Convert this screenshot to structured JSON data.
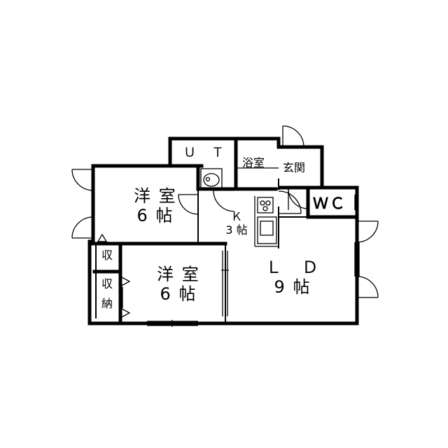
{
  "rooms": {
    "western_room_1": {
      "name": "洋 室",
      "size": "6 帖"
    },
    "western_room_2": {
      "name": "洋 室",
      "size": "6 帖"
    },
    "ld": {
      "name": "Ｌ　Ｄ",
      "size": "9 帖"
    },
    "kitchen": {
      "name": "Ｋ",
      "size": "3 帖"
    },
    "ut": {
      "name": "Ｕ　Ｔ"
    },
    "bath": {
      "name": "浴室"
    },
    "entrance": {
      "name": "玄関"
    },
    "wc": {
      "name": "ＷＣ"
    },
    "storage_small": {
      "name": "収"
    },
    "closet": {
      "line1": "収",
      "line2": "納"
    }
  }
}
